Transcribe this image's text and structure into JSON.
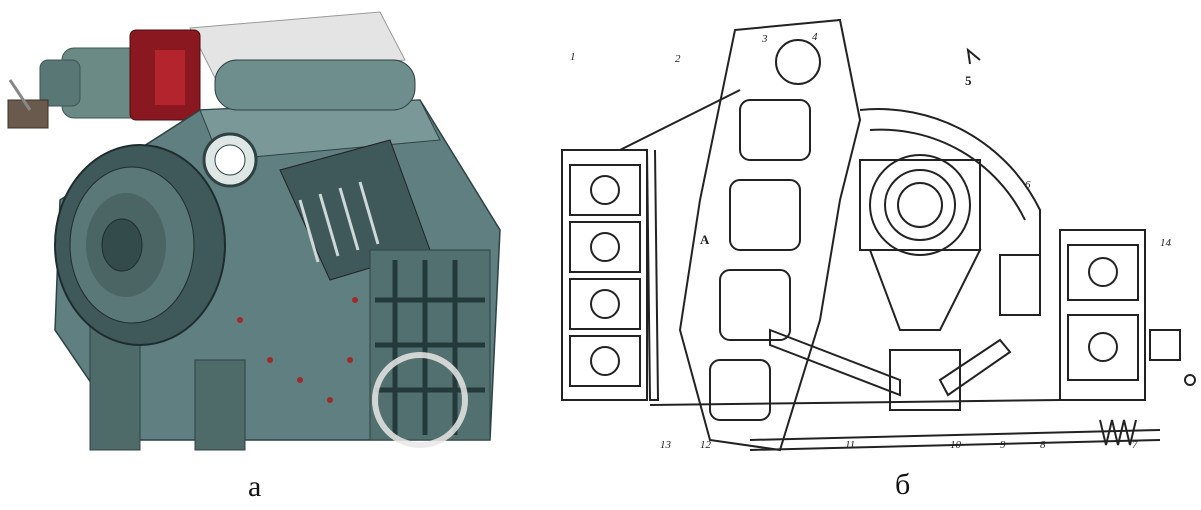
{
  "captions": {
    "a": "а",
    "b": "б"
  },
  "callouts": [
    "1",
    "2",
    "3",
    "4",
    "5",
    "6",
    "14",
    "A",
    "13",
    "12",
    "11",
    "10",
    "9",
    "8",
    "7"
  ],
  "colors": {
    "machine_body": "#5f7f80",
    "machine_dark": "#3f5859",
    "motor_red": "#a01a22",
    "ink": "#222222"
  }
}
